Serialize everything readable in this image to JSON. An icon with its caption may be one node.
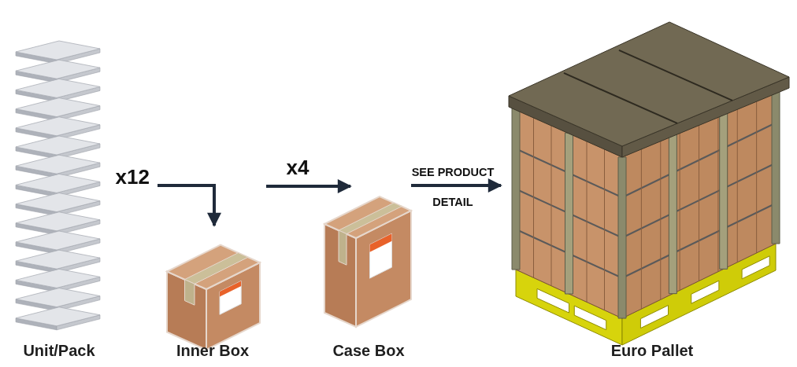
{
  "diagram": {
    "nodes": [
      {
        "text": [
          "Unit/Pack"
        ]
      },
      {
        "text": [
          "Inner Box"
        ]
      },
      {
        "text": [
          "Case Box"
        ]
      },
      {
        "text": [
          "Euro Pallet"
        ]
      }
    ],
    "edges": [
      {
        "from": null,
        "to": 1,
        "arrow": "to",
        "label": "x12"
      },
      {
        "from": null,
        "to": 2,
        "arrow": "to",
        "label": "x4"
      },
      {
        "from": 2,
        "to": 3,
        "arrow": "to",
        "label": "SEE PRODUCT DETAIL"
      }
    ]
  }
}
